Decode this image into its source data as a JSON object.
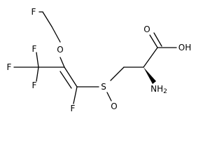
{
  "atoms": {
    "F_top": "F",
    "O_ether": "O",
    "F_cf3_top": "F",
    "F_cf3_mid": "F",
    "F_cf3_bot": "F",
    "S": "S",
    "O_sulfinyl": "O",
    "F_vinyl": "F",
    "O_carbonyl": "O",
    "OH": "OH",
    "NH2": "NH",
    "NH2_sub": "2"
  }
}
